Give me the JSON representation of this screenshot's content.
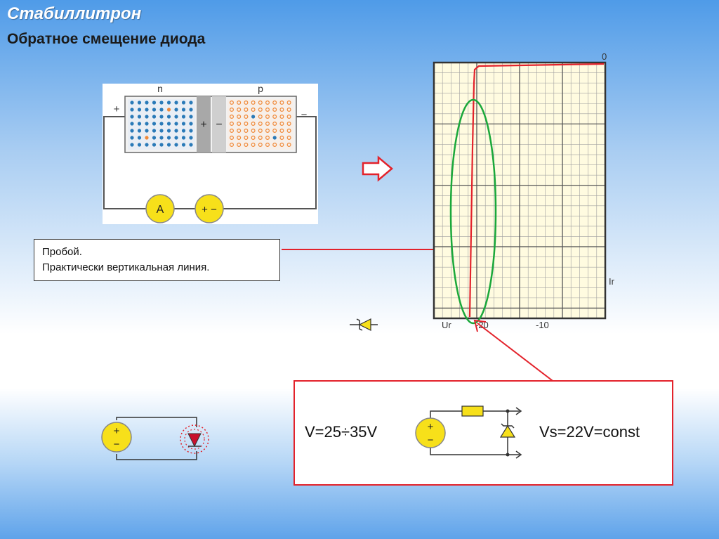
{
  "header": {
    "title": "Стабиллитрон",
    "subtitle": "Обратное смещение диода"
  },
  "pn_diagram": {
    "n_label": "n",
    "p_label": "p",
    "left_plus": "+",
    "right_minus": "−",
    "depletion_plus": "+",
    "depletion_minus": "−",
    "ammeter_label": "A",
    "battery_label": "+ −"
  },
  "note": {
    "line1": "Пробой.",
    "line2": "Практически вертикальная линия."
  },
  "graph": {
    "origin_label": "0",
    "current_label": "Ir",
    "voltage_label": "Ur",
    "tick_minus20": "-20",
    "tick_minus10": "-10"
  },
  "circuit": {
    "input_voltage": "V=25÷35V",
    "stabilized_voltage": "Vs=22V=const",
    "battery_plus": "+",
    "battery_minus": "−"
  },
  "small_circuit": {
    "battery_plus": "+",
    "battery_minus": "−"
  },
  "colors": {
    "accent_red": "#e3222b",
    "ellipse_green": "#1aa83a",
    "grid_bg": "#fffbe0",
    "battery_yellow": "#f7e01a"
  }
}
